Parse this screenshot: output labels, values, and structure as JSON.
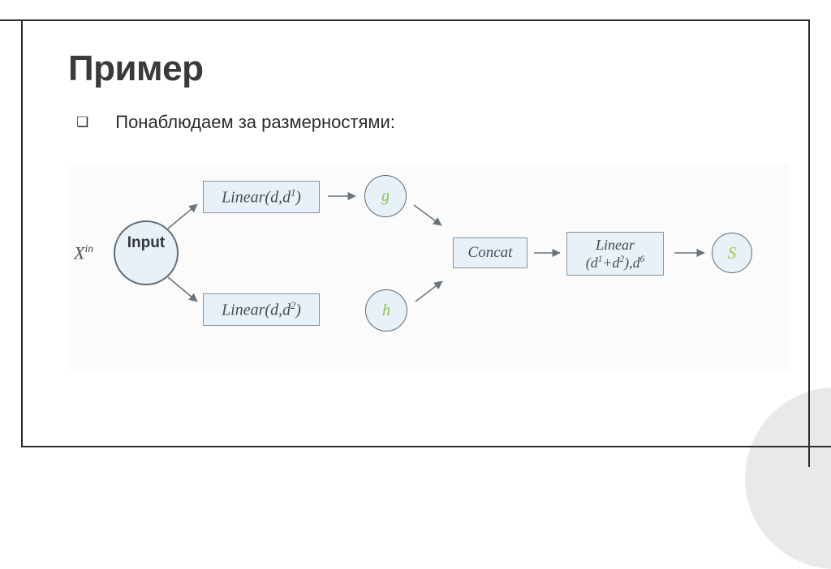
{
  "slide": {
    "title": "Пример",
    "bullet": {
      "marker": "❏",
      "text": "Понаблюдаем за размерностями:"
    }
  },
  "diagram": {
    "x_in": {
      "base": "X",
      "sup": "in"
    },
    "input_label": "Input",
    "linear1": {
      "pre": "Linear(d,d",
      "sup": "1",
      "post": ")"
    },
    "linear2": {
      "pre": "Linear(d,d",
      "sup": "2",
      "post": ")"
    },
    "g": "g",
    "h": "h",
    "s": "S",
    "concat": "Concat",
    "linear3": {
      "line1": "Linear",
      "pre": "(d",
      "sup1": "1",
      "mid": "+d",
      "sup2": "2",
      "post": "),d",
      "sup3": "6"
    }
  },
  "colors": {
    "frame": "#2d2d2d",
    "node_fill": "#e9f1f8",
    "node_border": "#8593a0",
    "circle_border": "#5f6b74",
    "math_text": "#3f4e5a",
    "accent_green": "#8bc34a",
    "corner_circle": "#e9e9e9",
    "arrow": "#6a737c"
  }
}
